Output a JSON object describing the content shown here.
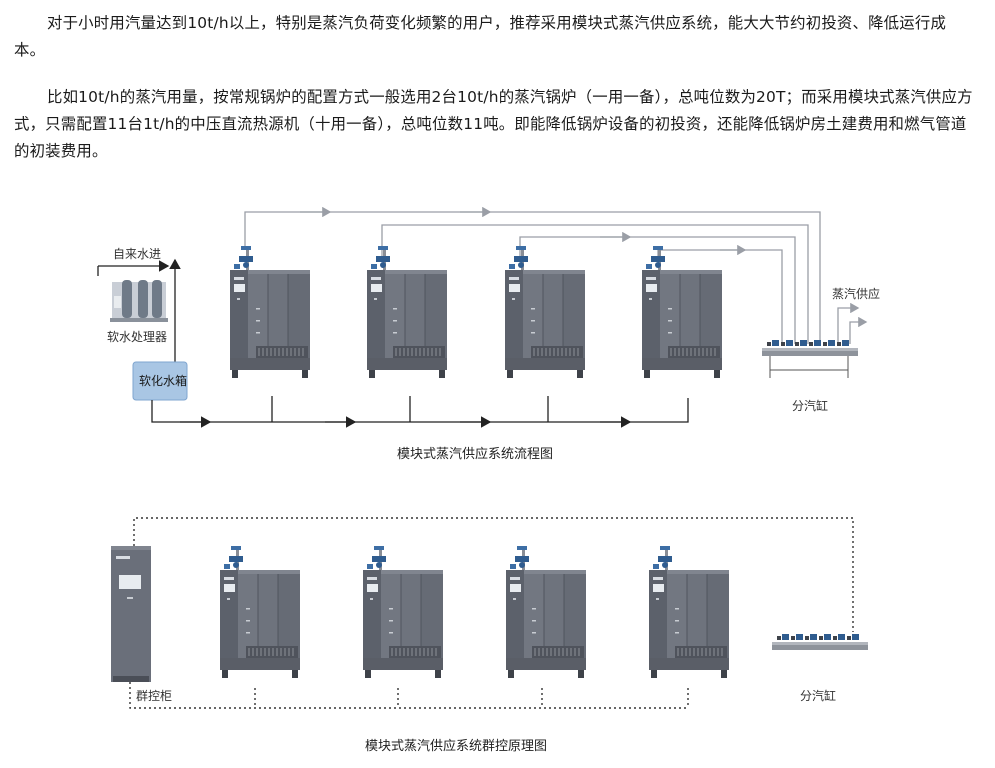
{
  "paragraphs": [
    "对于小时用汽量达到10t/h以上，特别是蒸汽负荷变化频繁的用户，推荐采用模块式蒸汽供应系统，能大大节约初投资、降低运行成本。",
    "比如10t/h的蒸汽用量，按常规锅炉的配置方式一般选用2台10t/h的蒸汽锅炉（一用一备），总吨位数为20T；而采用模块式蒸汽供应方式，只需配置11台1t/h的中压直流热源机（十用一备），总吨位数11吨。即能降低锅炉设备的初投资，还能降低锅炉房土建费用和燃气管道的初装费用。"
  ],
  "diagram1": {
    "caption": "模块式蒸汽供应系统流程图",
    "labels": {
      "tap_water": "自来水进",
      "softener": "软水处理器",
      "soft_tank": "软化水箱",
      "steam_supply": "蒸汽供应",
      "header": "分汽缸"
    }
  },
  "diagram2": {
    "caption": "模块式蒸汽供应系统群控原理图",
    "labels": {
      "control_cabinet": "群控柜",
      "header": "分汽缸"
    }
  },
  "colors": {
    "boiler_body": "#6a6f7a",
    "boiler_dark": "#4a4e57",
    "steam_line": "#9a9ea6",
    "tank_fill": "#a9c6e4",
    "valve_blue": "#2f5c8f"
  }
}
